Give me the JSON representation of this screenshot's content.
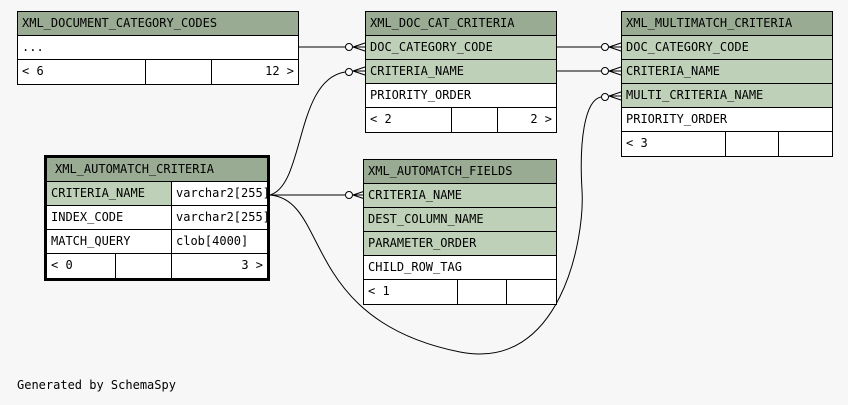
{
  "footer": {
    "credit": "Generated by SchemaSpy"
  },
  "tables": {
    "doc_category_codes": {
      "name": "XML_DOCUMENT_CATEGORY_CODES",
      "rows": [
        "..."
      ],
      "footer": {
        "parents": "< 6",
        "children": "12 >"
      }
    },
    "doc_cat_criteria": {
      "name": "XML_DOC_CAT_CRITERIA",
      "rows": [
        "DOC_CATEGORY_CODE",
        "CRITERIA_NAME",
        "PRIORITY_ORDER"
      ],
      "footer": {
        "parents": "< 2",
        "children": "2 >"
      }
    },
    "multimatch_criteria": {
      "name": "XML_MULTIMATCH_CRITERIA",
      "rows": [
        "DOC_CATEGORY_CODE",
        "CRITERIA_NAME",
        "MULTI_CRITERIA_NAME",
        "PRIORITY_ORDER"
      ],
      "footer": {
        "parents": "< 3"
      }
    },
    "automatch_criteria": {
      "name": "XML_AUTOMATCH_CRITERIA",
      "columns": [
        {
          "name": "CRITERIA_NAME",
          "type": "varchar2[255]"
        },
        {
          "name": "INDEX_CODE",
          "type": "varchar2[255]"
        },
        {
          "name": "MATCH_QUERY",
          "type": "clob[4000]"
        }
      ],
      "footer": {
        "parents": "< 0",
        "children": "3 >"
      }
    },
    "automatch_fields": {
      "name": "XML_AUTOMATCH_FIELDS",
      "rows": [
        "CRITERIA_NAME",
        "DEST_COLUMN_NAME",
        "PARAMETER_ORDER",
        "CHILD_ROW_TAG"
      ],
      "footer": {
        "parents": "< 1"
      }
    }
  }
}
